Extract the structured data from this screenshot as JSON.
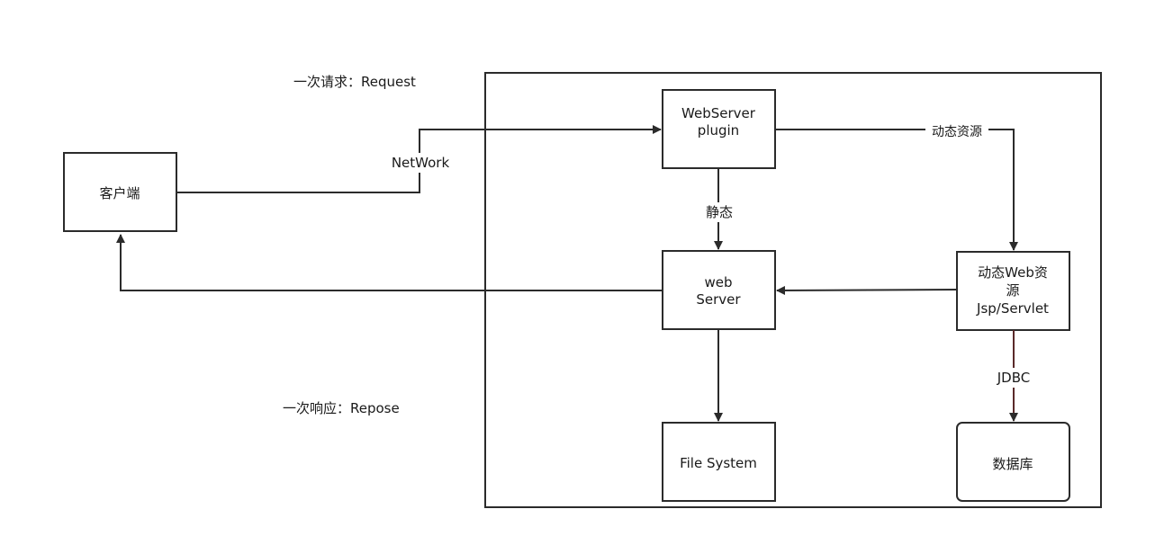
{
  "nodes": {
    "client": "客户端",
    "webserver_plugin": [
      "WebServer",
      "plugin"
    ],
    "web_server": [
      "web",
      "Server"
    ],
    "dynamic_resource": [
      "动态Web资",
      "源",
      "Jsp/Servlet"
    ],
    "file_system": "File System",
    "database": "数据库"
  },
  "labels": {
    "request": "一次请求：Request",
    "response": "一次响应：Repose",
    "network": "NetWork",
    "static": "静态",
    "dynamic": "动态资源",
    "jdbc": "JDBC"
  },
  "colors": {
    "stroke": "#2b2b2b",
    "jdbc_line": "#5a2a2a"
  }
}
